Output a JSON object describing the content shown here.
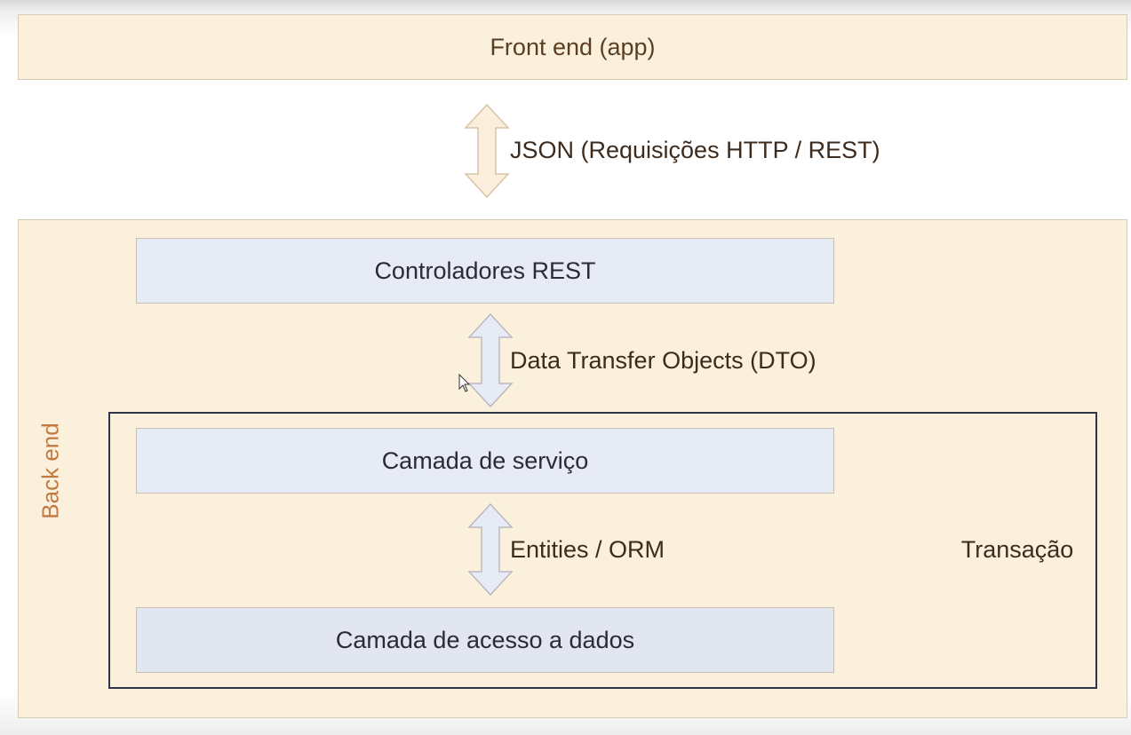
{
  "frontend": {
    "label": "Front end (app)"
  },
  "connectors": {
    "json": "JSON (Requisições HTTP / REST)",
    "dto": "Data Transfer Objects (DTO)",
    "entities": "Entities / ORM"
  },
  "backend": {
    "label": "Back end",
    "layers": {
      "controllers": "Controladores REST",
      "service": "Camada de serviço",
      "data_access": "Camada de acesso a dados"
    },
    "transaction_label": "Transação"
  },
  "colors": {
    "frontend_fill": "#fbf0dc",
    "layer_fill": "#e7ebf6",
    "backend_label": "#c07a42",
    "transaction_border": "#2f3447"
  }
}
